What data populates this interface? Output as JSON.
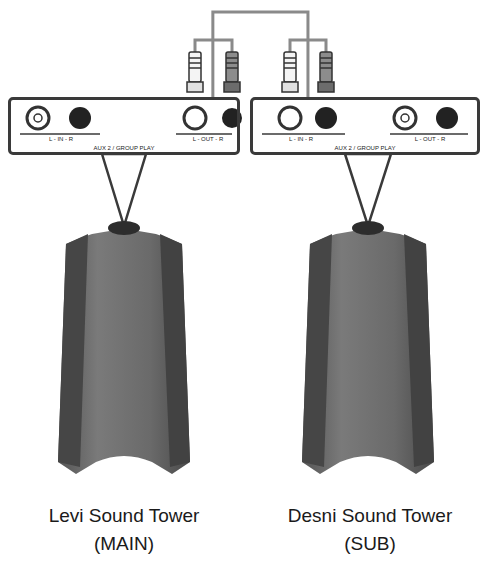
{
  "diagram": {
    "nodes": [
      {
        "text": [
          "L - IN - R",
          "L - OUT - R",
          "AUX 2 / GROUP PLAY"
        ]
      },
      {
        "text": [
          "L - IN - R",
          "L - OUT - R",
          "AUX 2 / GROUP PLAY"
        ]
      }
    ],
    "edges": [
      {
        "from": 0,
        "to": 1,
        "arrow": "none"
      }
    ],
    "labels": [
      "Levi Sound Tower",
      "(MAIN)",
      "Desni Sound Tower",
      "(SUB)"
    ]
  }
}
